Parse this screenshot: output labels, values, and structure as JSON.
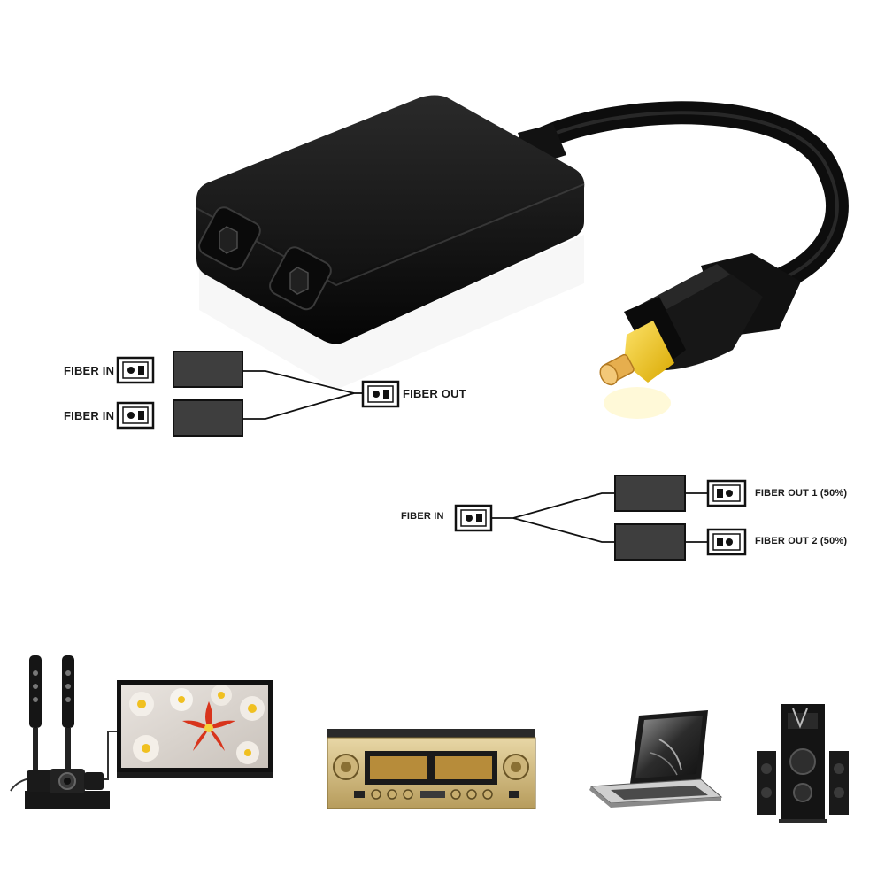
{
  "merge_diagram": {
    "input_1_label": "FIBER IN",
    "input_2_label": "FIBER IN",
    "output_label": "FIBER OUT"
  },
  "split_diagram": {
    "input_label": "FIBER IN",
    "output_1_label": "FIBER OUT 1 (50%)",
    "output_2_label": "FIBER OUT 2 (50%)"
  },
  "devices": [
    "tv-home-theater",
    "amplifier",
    "laptop",
    "speaker-system"
  ],
  "colors": {
    "device_body": "#141414",
    "connector_tip": "#f2c200",
    "ferrule": "#e0a84a",
    "diagram_box": "#3a3a3a"
  }
}
